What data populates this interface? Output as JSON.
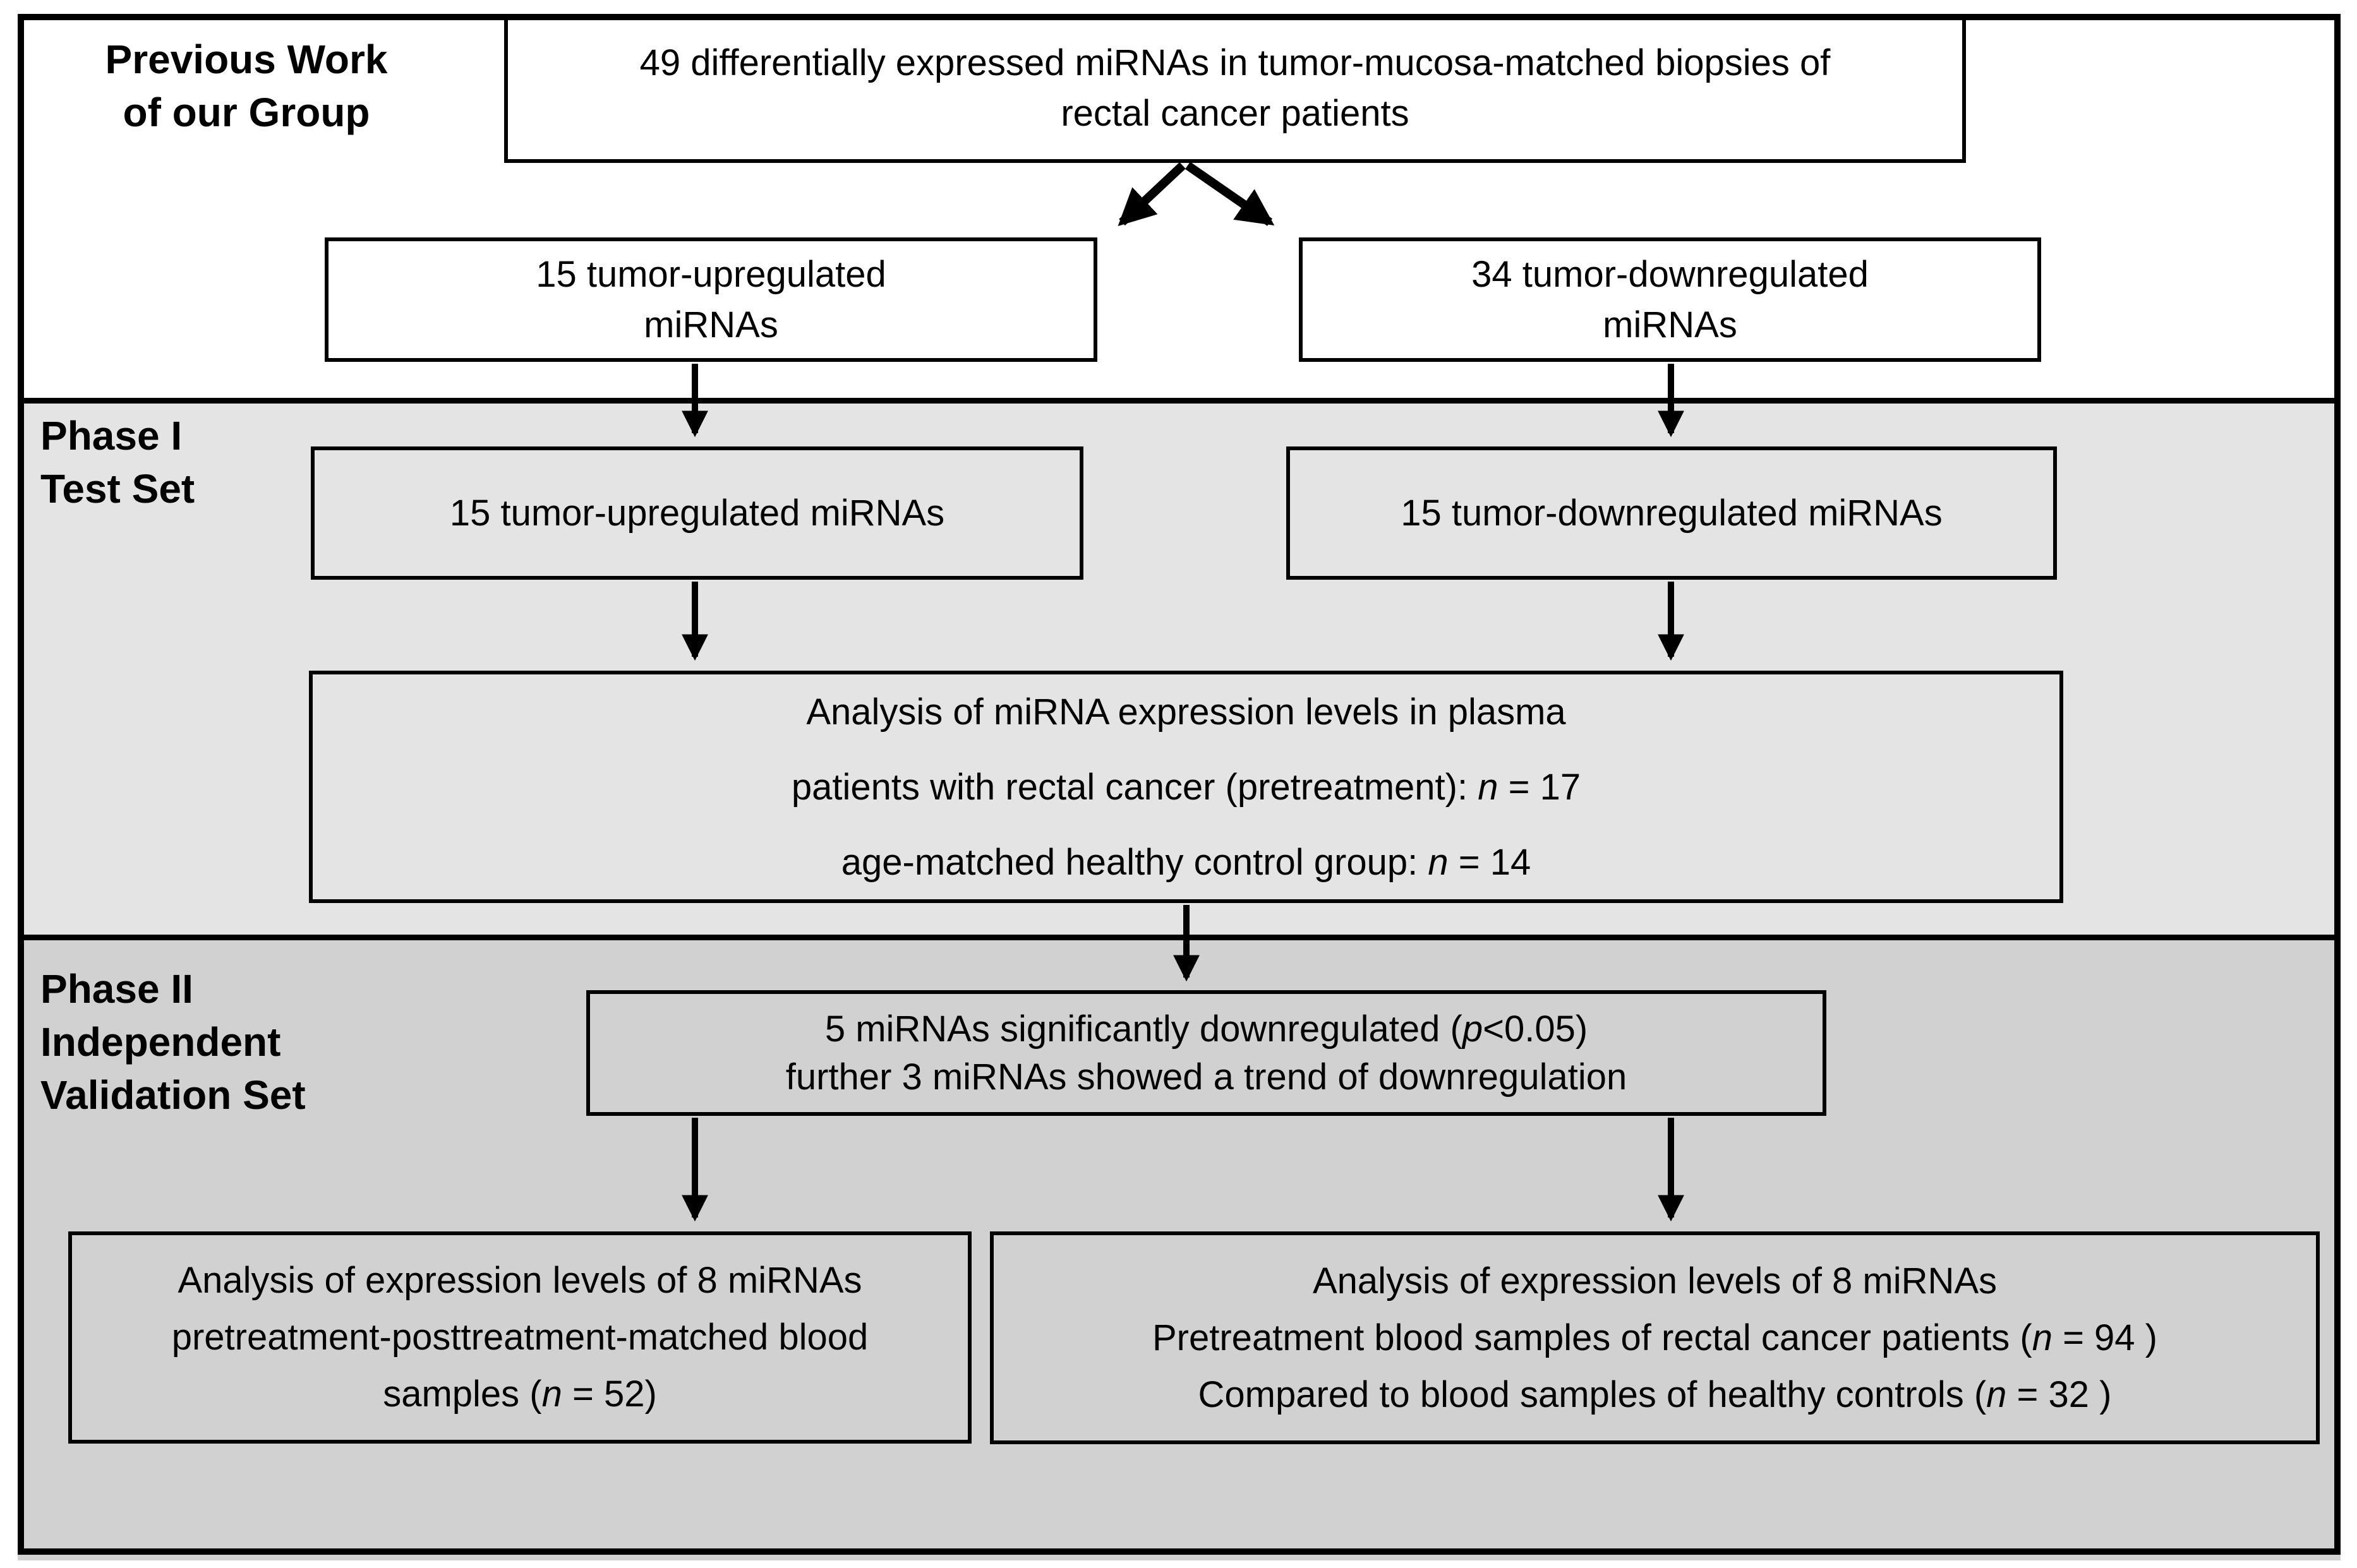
{
  "figure": {
    "type": "study-design-flowchart",
    "colors": {
      "canvas_bg": "#ffffff",
      "phase1_bg": "#e4e4e4",
      "phase2_bg": "#d1d1d1",
      "line_color": "#000000"
    },
    "sections": {
      "previous": {
        "label_line1": "Previous Work",
        "label_line2": "of our Group"
      },
      "phase1": {
        "label_line1": "Phase I",
        "label_line2": "Test Set"
      },
      "phase2": {
        "label_line1": "Phase II",
        "label_line2": "Independent",
        "label_line3": "Validation Set"
      }
    },
    "boxes": {
      "biopsies": {
        "line1": "49 differentially expressed miRNAs in tumor-mucosa-matched biopsies of",
        "line2": "rectal cancer patients"
      },
      "upregulated": {
        "line1": "15 tumor-upregulated",
        "line2": "miRNAs"
      },
      "downregulated": {
        "line1": "34 tumor-downregulated",
        "line2": "miRNAs"
      },
      "test_up": {
        "line1": "15 tumor-upregulated miRNAs"
      },
      "test_down": {
        "line1": "15 tumor-downregulated miRNAs"
      },
      "plasma": {
        "line1": "Analysis of miRNA expression levels in plasma",
        "line2": {
          "pre": "patients with rectal cancer (pretreatment): ",
          "it": "n",
          "post": " = 17"
        },
        "line3": {
          "pre": "age-matched healthy control group: ",
          "it": "n",
          "post": " = 14"
        }
      },
      "significant": {
        "line1": {
          "pre": "5 miRNAs significantly downregulated (",
          "it": "p",
          "post": "<0.05)"
        },
        "line2": "further 3 miRNAs showed a trend of downregulation"
      },
      "matched_samples": {
        "line1": "Analysis of expression levels of 8 miRNAs",
        "line2": "pretreatment-posttreatment-matched blood",
        "line3": {
          "pre": "samples (",
          "it": "n",
          "post": " = 52)"
        }
      },
      "validation_samples": {
        "line1": "Analysis of expression levels of 8 miRNAs",
        "line2": {
          "pre": "Pretreatment blood samples of rectal cancer patients (",
          "it": "n",
          "post": " = 94 )"
        },
        "line3": {
          "pre": "Compared to blood samples of healthy controls (",
          "it": "n",
          "post": " = 32 )"
        }
      }
    }
  }
}
